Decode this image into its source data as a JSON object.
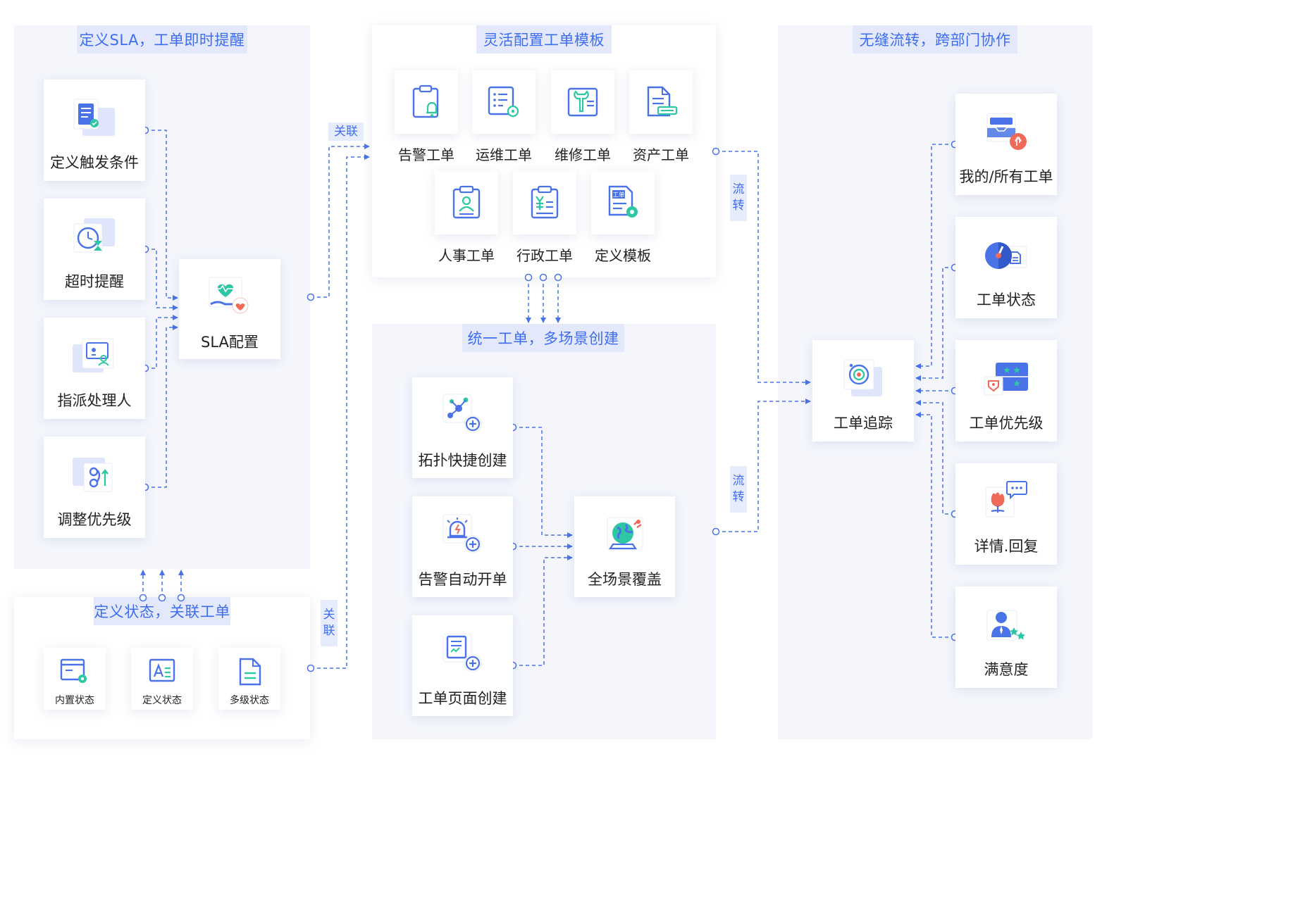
{
  "sla_section": {
    "title": "定义SLA，工单即时提醒",
    "items": [
      {
        "label": "定义触发条件",
        "icon": "document-check-icon"
      },
      {
        "label": "超时提醒",
        "icon": "clock-hourglass-icon"
      },
      {
        "label": "指派处理人",
        "icon": "assign-person-icon"
      },
      {
        "label": "调整优先级",
        "icon": "priority-adjust-icon"
      }
    ],
    "center": {
      "label": "SLA配置",
      "icon": "heart-hand-icon"
    }
  },
  "status_section": {
    "title": "定义状态，关联工单",
    "items": [
      {
        "label": "内置状态",
        "icon": "window-gear-icon"
      },
      {
        "label": "定义状态",
        "icon": "text-edit-icon"
      },
      {
        "label": "多级状态",
        "icon": "file-lines-icon"
      }
    ]
  },
  "template_section": {
    "title": "灵活配置工单模板",
    "items": [
      {
        "label": "告警工单",
        "icon": "clipboard-bell-icon"
      },
      {
        "label": "运维工单",
        "icon": "list-gear-icon"
      },
      {
        "label": "维修工单",
        "icon": "wrench-board-icon"
      },
      {
        "label": "资产工单",
        "icon": "file-asset-icon"
      },
      {
        "label": "人事工单",
        "icon": "clipboard-person-icon"
      },
      {
        "label": "行政工单",
        "icon": "clipboard-yen-icon"
      },
      {
        "label": "定义模板",
        "icon": "custom-template-icon"
      }
    ],
    "custom_template_badge": "工单"
  },
  "create_section": {
    "title": "统一工单，多场景创建",
    "items": [
      {
        "label": "拓扑快捷创建",
        "icon": "topology-add-icon"
      },
      {
        "label": "告警自动开单",
        "icon": "alarm-add-icon"
      },
      {
        "label": "工单页面创建",
        "icon": "page-add-icon"
      }
    ],
    "center": {
      "label": "全场景覆盖",
      "icon": "globe-icon"
    }
  },
  "collab_section": {
    "title": "无缝流转，跨部门协作",
    "center": {
      "label": "工单追踪",
      "icon": "target-track-icon"
    },
    "items": [
      {
        "label": "我的/所有工单",
        "icon": "inbox-touch-icon"
      },
      {
        "label": "工单状态",
        "icon": "status-gauge-icon"
      },
      {
        "label": "工单优先级",
        "icon": "priority-stars-icon"
      },
      {
        "label": "详情.回复",
        "icon": "flower-chat-icon"
      },
      {
        "label": "满意度",
        "icon": "user-stars-icon"
      }
    ]
  },
  "tags": {
    "link_top": "关联",
    "link_bottom": "关\n联",
    "flow_top": "流\n转",
    "flow_bottom": "流\n转"
  },
  "colors": {
    "accent": "#3f6df0",
    "title_bg": "#e3e9fb",
    "panel_bg": "#f4f6fc",
    "teal": "#2ec7a3",
    "red": "#f06a5a"
  }
}
